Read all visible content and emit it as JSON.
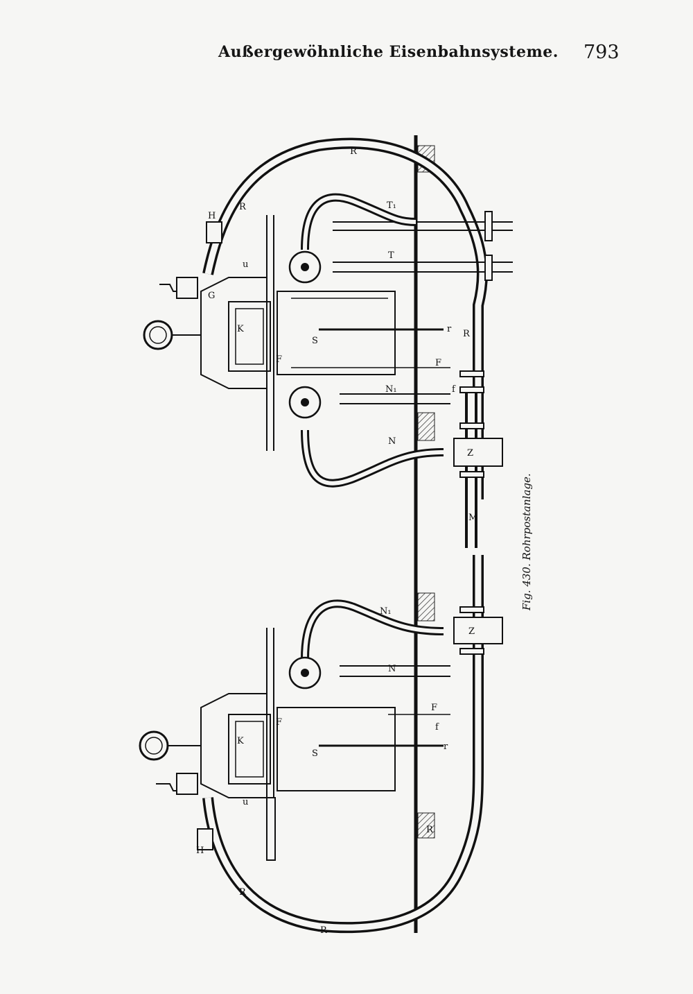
{
  "header": {
    "title": "Außergewöhnliche Eisenbahnsysteme.",
    "page_number": "793"
  },
  "figure": {
    "caption": "Fig. 430. Rohrpostanlage.",
    "labels": {
      "R": "R",
      "H": "H",
      "u": "u",
      "G": "G",
      "K": "K",
      "F": "F",
      "S": "S",
      "r": "r",
      "f": "f",
      "N": "N",
      "N1": "N₁",
      "T": "T",
      "T1": "T₁",
      "Z": "Z",
      "M": "M"
    }
  }
}
